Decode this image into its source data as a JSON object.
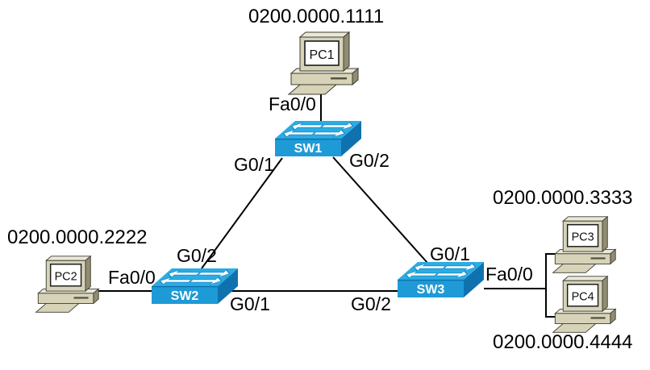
{
  "diagram_type": "network-topology",
  "colors": {
    "background": "#FFFFFF",
    "link_line": "#000000",
    "text": "#000000",
    "switch_top": "#2BACE2",
    "switch_front": "#1E9AD7",
    "switch_side": "#0F72AE",
    "switch_edge": "#0E6FAC",
    "switch_label": "#FFFFFF",
    "arrow_fill": "#FFFFFF",
    "pc_body": "#D6D3B9",
    "pc_top": "#EAE8DA",
    "pc_side": "#908D73",
    "pc_outline": "#3E3C2E",
    "pc_screen": "#FFFFFF"
  },
  "icons": {
    "switch": "cisco-workgroup-switch-icon",
    "pc": "desktop-computer-icon"
  },
  "switches": {
    "sw1": {
      "label": "SW1"
    },
    "sw2": {
      "label": "SW2"
    },
    "sw3": {
      "label": "SW3"
    }
  },
  "pcs": {
    "pc1": {
      "label": "PC1",
      "mac": "0200.0000.1111"
    },
    "pc2": {
      "label": "PC2",
      "mac": "0200.0000.2222"
    },
    "pc3": {
      "label": "PC3",
      "mac": "0200.0000.3333"
    },
    "pc4": {
      "label": "PC4",
      "mac": "0200.0000.4444"
    }
  },
  "interfaces": {
    "sw1_fa0_0": "Fa0/0",
    "sw1_g0_1": "G0/1",
    "sw1_g0_2": "G0/2",
    "sw2_g0_2": "G0/2",
    "sw2_g0_1": "G0/1",
    "sw2_fa0_0": "Fa0/0",
    "sw3_g0_1": "G0/1",
    "sw3_g0_2": "G0/2",
    "sw3_fa0_0": "Fa0/0"
  },
  "links": [
    {
      "endpoints": [
        "PC1",
        "SW1"
      ],
      "label": "Fa0/0"
    },
    {
      "endpoints": [
        "SW1",
        "SW2"
      ],
      "labels": [
        "G0/1",
        "G0/2"
      ]
    },
    {
      "endpoints": [
        "SW1",
        "SW3"
      ],
      "labels": [
        "G0/2",
        "G0/1"
      ]
    },
    {
      "endpoints": [
        "SW2",
        "SW3"
      ],
      "labels": [
        "G0/1",
        "G0/2"
      ]
    },
    {
      "endpoints": [
        "PC2",
        "SW2"
      ],
      "label": "Fa0/0"
    },
    {
      "endpoints": [
        "SW3",
        "PC3"
      ],
      "label": "Fa0/0"
    },
    {
      "endpoints": [
        "SW3",
        "PC4"
      ],
      "label": "Fa0/0"
    }
  ]
}
